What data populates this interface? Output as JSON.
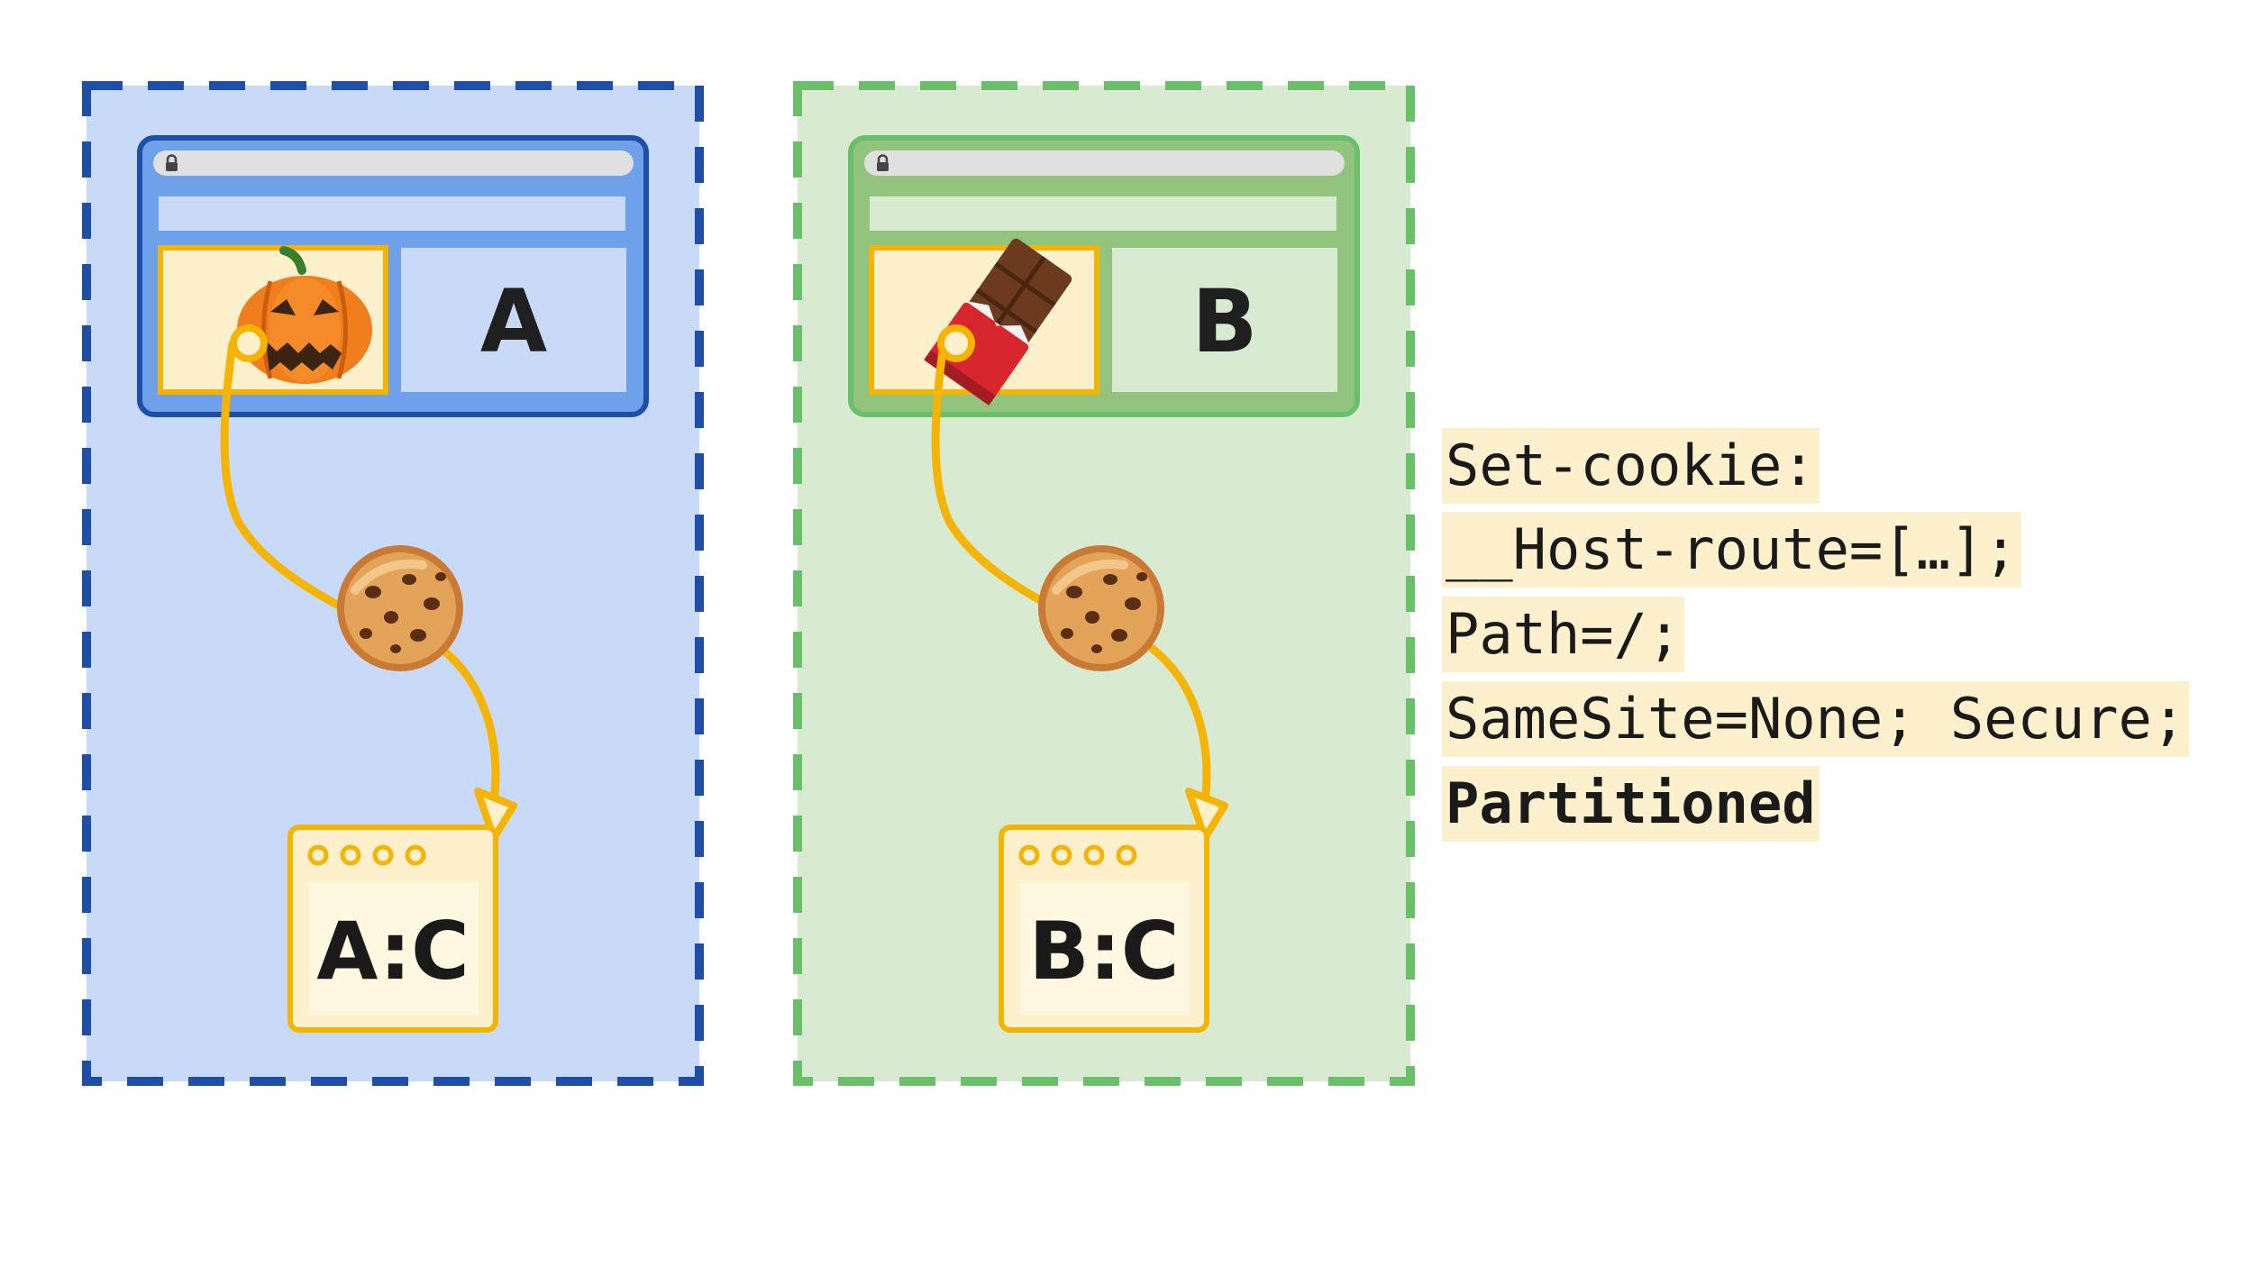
{
  "panels": {
    "a": {
      "site_label": "A",
      "embed_icon": "pumpkin-icon",
      "storage_label": "A:C",
      "colors": {
        "fill": "#c9daf8",
        "border": "#1d4fa8",
        "browser": "#6fa0ea",
        "browser_border": "#1d4fa8"
      }
    },
    "b": {
      "site_label": "B",
      "embed_icon": "chocolate-bar-icon",
      "storage_label": "B:C",
      "colors": {
        "fill": "#d9ead3",
        "border": "#6abf69",
        "browser": "#93c47d",
        "browser_border": "#6abf69"
      }
    }
  },
  "cookie_icon": "cookie-icon",
  "accent_color": "#f5b400",
  "code_lines": [
    "Set-cookie:",
    "__Host-route=[…];",
    "Path=/;",
    "SameSite=None; Secure;",
    "Partitioned"
  ]
}
